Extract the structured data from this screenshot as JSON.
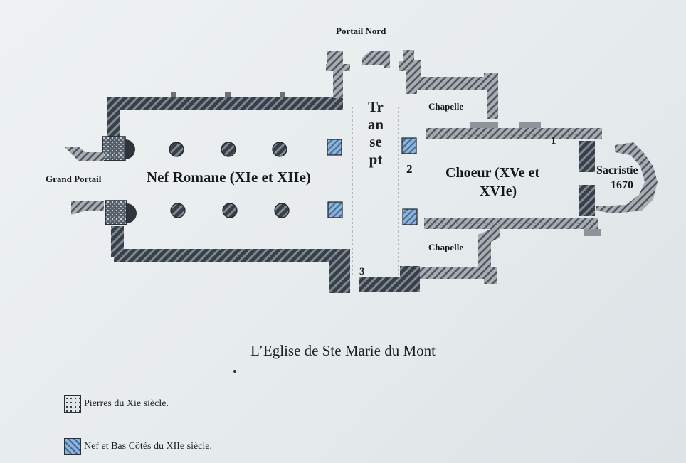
{
  "labels": {
    "portail_nord": "Portail Nord",
    "grand_portail": "Grand Portail",
    "nef": "Nef Romane (XIe et XIIe)",
    "transept": "Transept",
    "chapelle_north": "Chapelle",
    "chapelle_south": "Chapelle",
    "choeur_line1": "Choeur (XVe et",
    "choeur_line2": "XVIe)",
    "sacristie_line1": "Sacristie",
    "sacristie_line2": "1670",
    "marker_1": "1",
    "marker_2": "2",
    "marker_3": "3"
  },
  "caption": "L’Eglise de Ste Marie du Mont",
  "legend": [
    {
      "text": "Pierres du Xie siècle.",
      "pattern": "dotted"
    },
    {
      "text": "Nef et Bas Côtés du XIIe siècle.",
      "pattern": "blue-hatched"
    }
  ],
  "colors": {
    "wall_dark": "#3a3f46",
    "wall_grey": "#9aa0a6",
    "hatch_blue": "#7fa3c9",
    "background": "#e9eef0"
  }
}
